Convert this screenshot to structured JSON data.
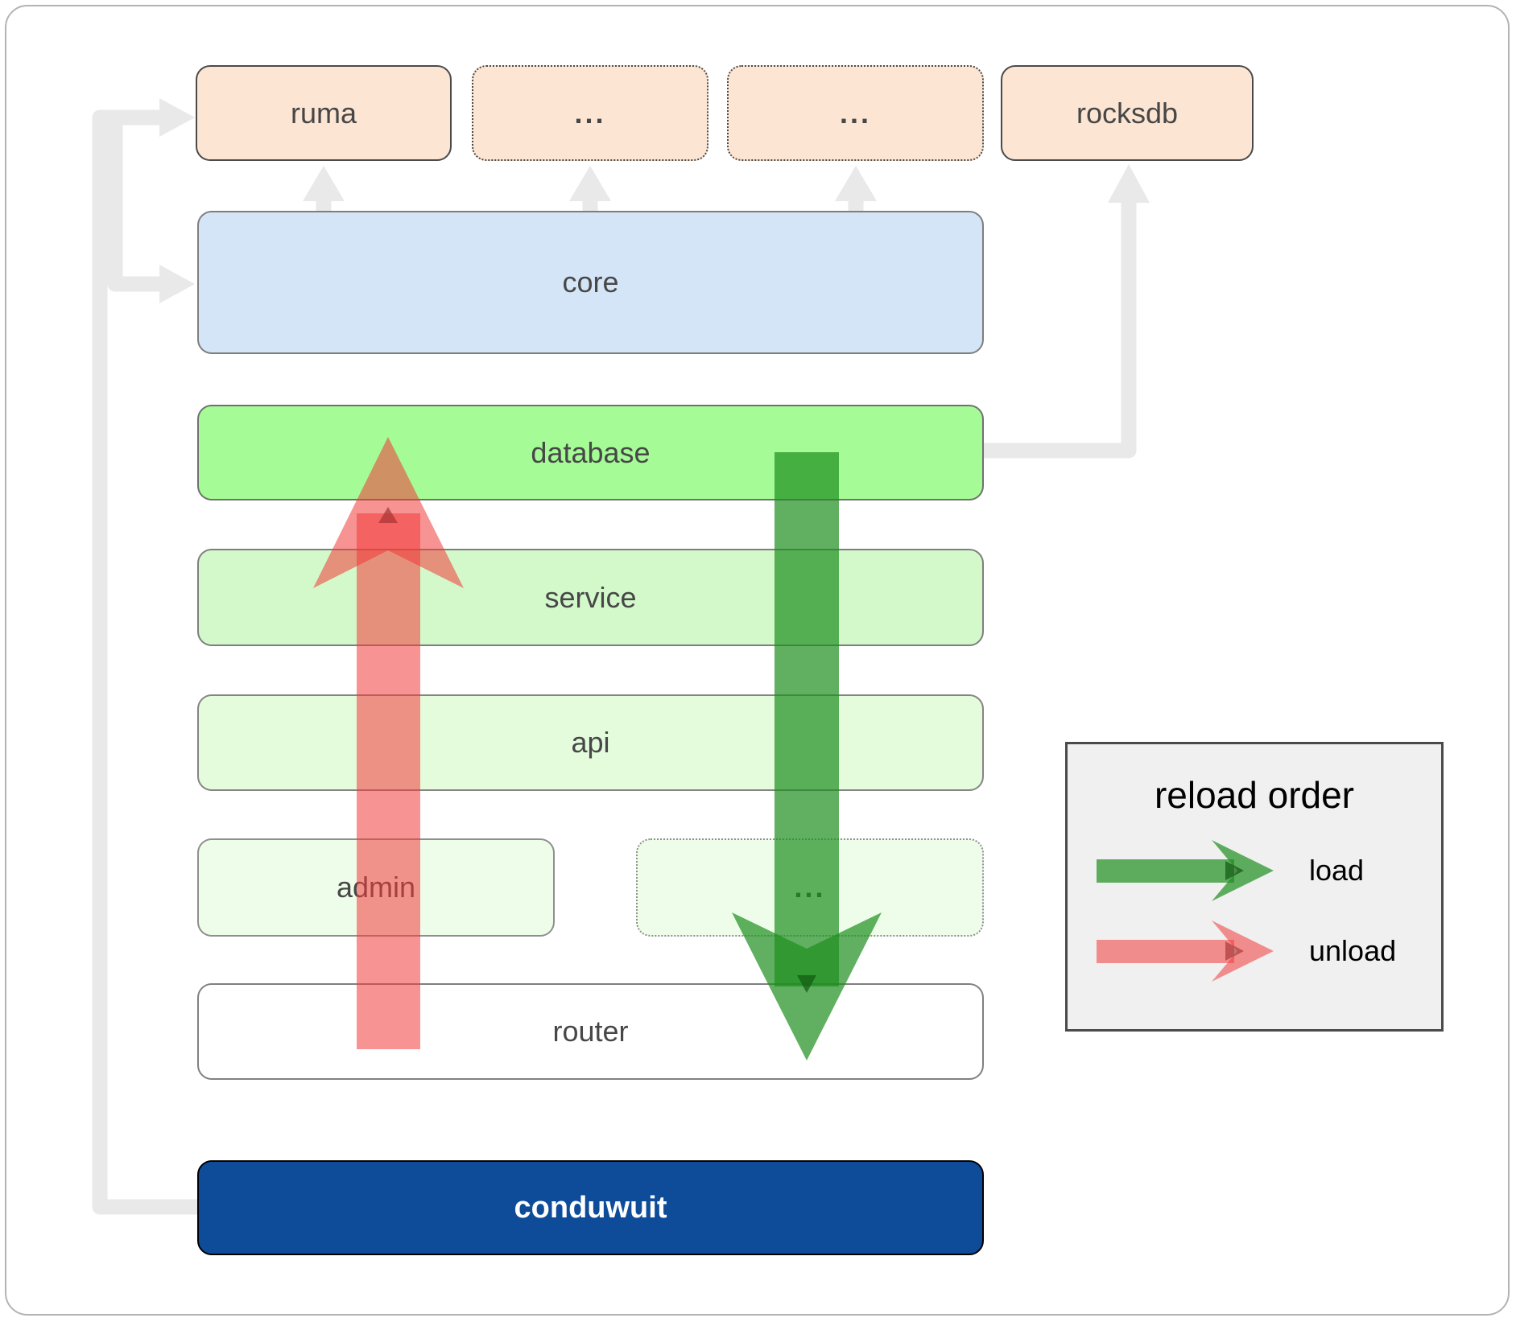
{
  "nodes": {
    "ruma": {
      "label": "ruma"
    },
    "top_ellipsis_1": {
      "label": "..."
    },
    "top_ellipsis_2": {
      "label": "..."
    },
    "rocksdb": {
      "label": "rocksdb"
    },
    "core": {
      "label": "core"
    },
    "database": {
      "label": "database"
    },
    "service": {
      "label": "service"
    },
    "api": {
      "label": "api"
    },
    "admin": {
      "label": "admin"
    },
    "admin_ellipsis": {
      "label": "..."
    },
    "router": {
      "label": "router"
    },
    "conduwuit": {
      "label": "conduwuit"
    }
  },
  "legend": {
    "title": "reload order",
    "items": [
      {
        "name": "load",
        "label": "load",
        "color": "#1e8f1e"
      },
      {
        "name": "unload",
        "label": "unload",
        "color": "#f23b3b"
      }
    ]
  },
  "colors": {
    "peach_node_fill": "#fce5d3",
    "core_fill": "#d3e5f7",
    "database_fill": "#a5fb96",
    "service_fill": "#d3f9cb",
    "api_fill": "#e4fbdc",
    "admin_fill": "#eefdea",
    "router_fill": "#ffffff",
    "conduwuit_fill": "#0e4c9a",
    "connector_gray": "#e9e9e9",
    "load_green": "#1e8f1e",
    "unload_red": "#f23b3b",
    "legend_background": "#f0f0f0"
  }
}
